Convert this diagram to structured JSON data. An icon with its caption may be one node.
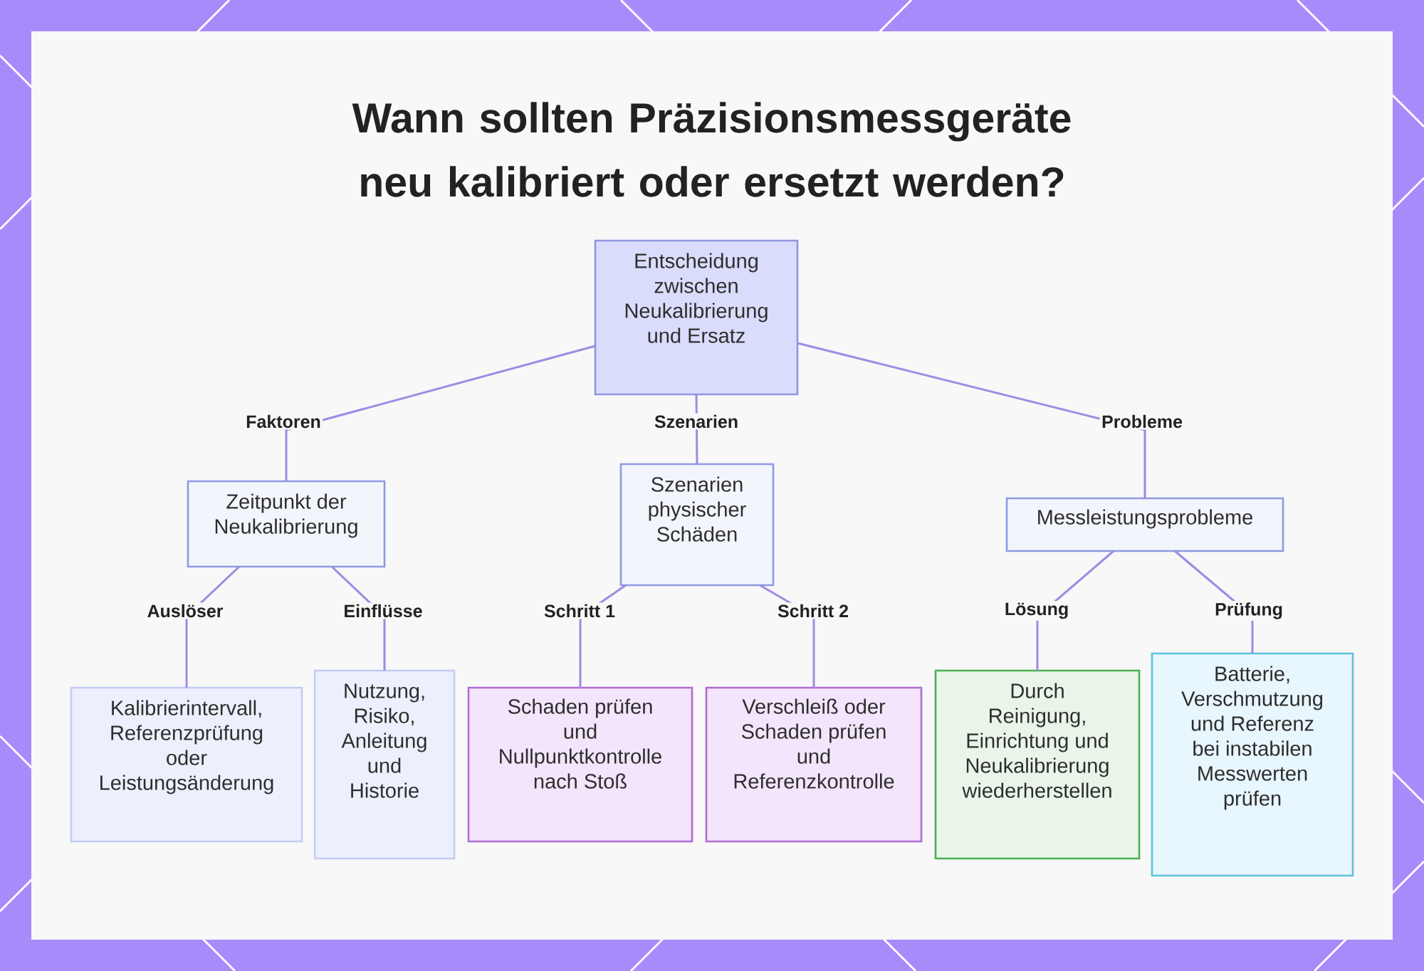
{
  "diagram": {
    "title": "Wann sollten Präzisionsmessgeräte neu kalibriert oder ersetzt werden?",
    "nodes": [
      {
        "text": [
          "Entscheidung zwischen Neukalibrierung und Ersatz"
        ]
      },
      {
        "text": [
          "Zeitpunkt der Neukalibrierung"
        ]
      },
      {
        "text": [
          "Szenarien physischer Schäden"
        ]
      },
      {
        "text": [
          "Messleistungsprobleme"
        ]
      },
      {
        "text": [
          "Kalibrierintervall, Referenzprüfung oder Leistungsänderung"
        ]
      },
      {
        "text": [
          "Nutzung, Risiko, Anleitung und Historie"
        ]
      },
      {
        "text": [
          "Schaden prüfen und Nullpunktkontrolle nach Stoß"
        ]
      },
      {
        "text": [
          "Verschleiß oder Schaden prüfen und Referenzkontrolle"
        ]
      },
      {
        "text": [
          "Durch Reinigung, Einrichtung und Neukalibrierung wiederherstellen"
        ]
      },
      {
        "text": [
          "Batterie, Verschmutzung und Referenz bei instabilen Messwerten prüfen"
        ]
      }
    ],
    "edges": [
      {
        "from": 0,
        "to": 1,
        "arrow": "none",
        "label": "Faktoren"
      },
      {
        "from": 0,
        "to": 2,
        "arrow": "none",
        "label": "Szenarien"
      },
      {
        "from": 0,
        "to": 3,
        "arrow": "none",
        "label": "Probleme"
      },
      {
        "from": 1,
        "to": 4,
        "arrow": "none",
        "label": "Auslöser"
      },
      {
        "from": 1,
        "to": 5,
        "arrow": "none",
        "label": "Einflüsse"
      },
      {
        "from": 2,
        "to": 6,
        "arrow": "none",
        "label": "Schritt 1"
      },
      {
        "from": 2,
        "to": 7,
        "arrow": "none",
        "label": "Schritt 2"
      },
      {
        "from": 3,
        "to": 8,
        "arrow": "none",
        "label": "Lösung"
      },
      {
        "from": 3,
        "to": 9,
        "arrow": "none",
        "label": "Prüfung"
      }
    ]
  }
}
